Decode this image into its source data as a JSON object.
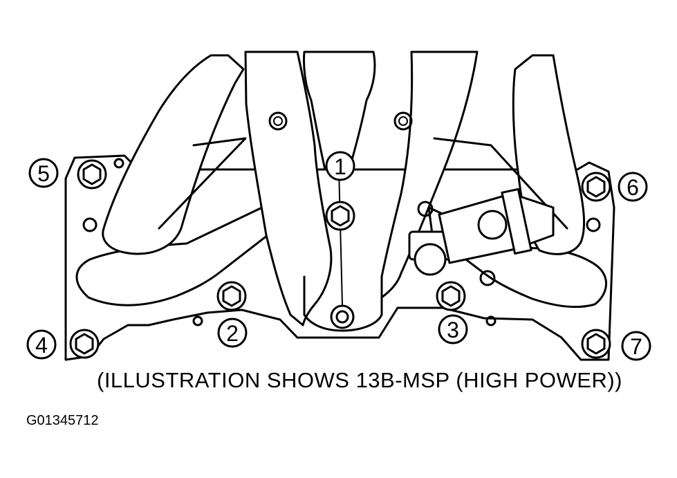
{
  "diagram": {
    "callouts": [
      "1",
      "2",
      "3",
      "4",
      "5",
      "6",
      "7"
    ],
    "caption": "(ILLUSTRATION SHOWS 13B-MSP (HIGH POWER))",
    "figure_id": "G01345712"
  }
}
